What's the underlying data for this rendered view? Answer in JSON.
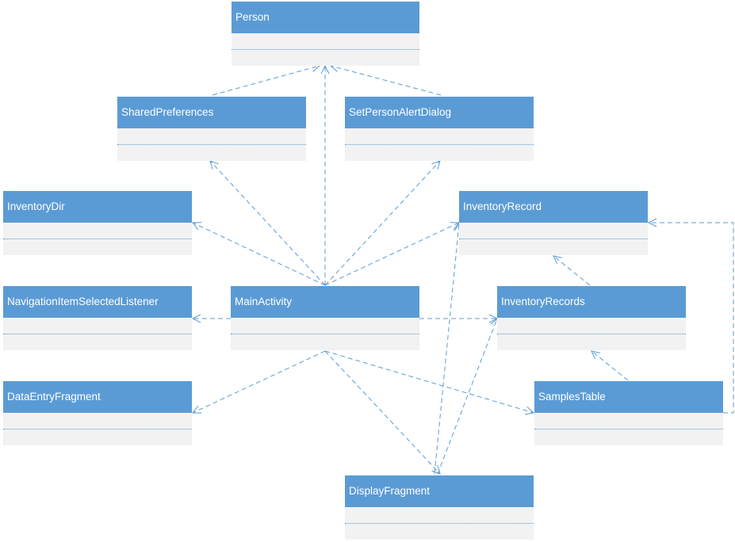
{
  "colors": {
    "header": "#5b9bd5",
    "body": "#f2f2f2",
    "edge": "#5b9bd5",
    "header_text": "#ffffff"
  },
  "classes": [
    {
      "id": "person",
      "name": "Person"
    },
    {
      "id": "sharedprefs",
      "name": "SharedPreferences"
    },
    {
      "id": "setperson",
      "name": "SetPersonAlertDialog"
    },
    {
      "id": "inventorydir",
      "name": "InventoryDir"
    },
    {
      "id": "inventoryrecord",
      "name": "InventoryRecord"
    },
    {
      "id": "navlistener",
      "name": "NavigationItemSelectedListener"
    },
    {
      "id": "mainactivity",
      "name": "MainActivity"
    },
    {
      "id": "inventoryrecords",
      "name": "InventoryRecords"
    },
    {
      "id": "dataentry",
      "name": "DataEntryFragment"
    },
    {
      "id": "samplestable",
      "name": "SamplesTable"
    },
    {
      "id": "display",
      "name": "DisplayFragment"
    }
  ],
  "dependencies": [
    {
      "from": "mainactivity",
      "to": "person"
    },
    {
      "from": "sharedprefs",
      "to": "person"
    },
    {
      "from": "setperson",
      "to": "person"
    },
    {
      "from": "mainactivity",
      "to": "sharedprefs"
    },
    {
      "from": "mainactivity",
      "to": "setperson"
    },
    {
      "from": "mainactivity",
      "to": "inventorydir"
    },
    {
      "from": "mainactivity",
      "to": "inventoryrecord"
    },
    {
      "from": "mainactivity",
      "to": "navlistener"
    },
    {
      "from": "mainactivity",
      "to": "inventoryrecords"
    },
    {
      "from": "mainactivity",
      "to": "dataentry"
    },
    {
      "from": "mainactivity",
      "to": "samplestable"
    },
    {
      "from": "mainactivity",
      "to": "display"
    },
    {
      "from": "inventoryrecords",
      "to": "inventoryrecord"
    },
    {
      "from": "samplestable",
      "to": "inventoryrecords"
    },
    {
      "from": "samplestable",
      "to": "inventoryrecord"
    },
    {
      "from": "display",
      "to": "inventoryrecord"
    },
    {
      "from": "display",
      "to": "inventoryrecords"
    }
  ]
}
